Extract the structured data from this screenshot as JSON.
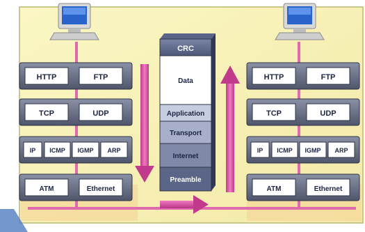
{
  "left_stack": {
    "layer1": [
      "HTTP",
      "FTP"
    ],
    "layer2": [
      "TCP",
      "UDP"
    ],
    "layer3": [
      "IP",
      "ICMP",
      "IGMP",
      "ARP"
    ],
    "layer4": [
      "ATM",
      "Ethernet"
    ]
  },
  "right_stack": {
    "layer1": [
      "HTTP",
      "FTP"
    ],
    "layer2": [
      "TCP",
      "UDP"
    ],
    "layer3": [
      "IP",
      "ICMP",
      "IGMP",
      "ARP"
    ],
    "layer4": [
      "ATM",
      "Ethernet"
    ]
  },
  "packet": {
    "segments": [
      "CRC",
      "Data",
      "Application",
      "Transport",
      "Internet",
      "Preamble"
    ]
  },
  "colors": {
    "frame_bg": "#f8f3b8",
    "frame_border": "#c9c78a",
    "layer_bg": "#6b7387",
    "layer_inner": "#2e3345",
    "box_fill": "#ffffff",
    "arrow": "#d84aa0",
    "cable": "#e06aae",
    "packet_dark": "#4a5678",
    "packet_light": "#b9c0d6",
    "packet_white": "#ffffff"
  },
  "icons": {
    "left_computer": "desktop-computer-icon",
    "right_computer": "desktop-computer-icon"
  }
}
